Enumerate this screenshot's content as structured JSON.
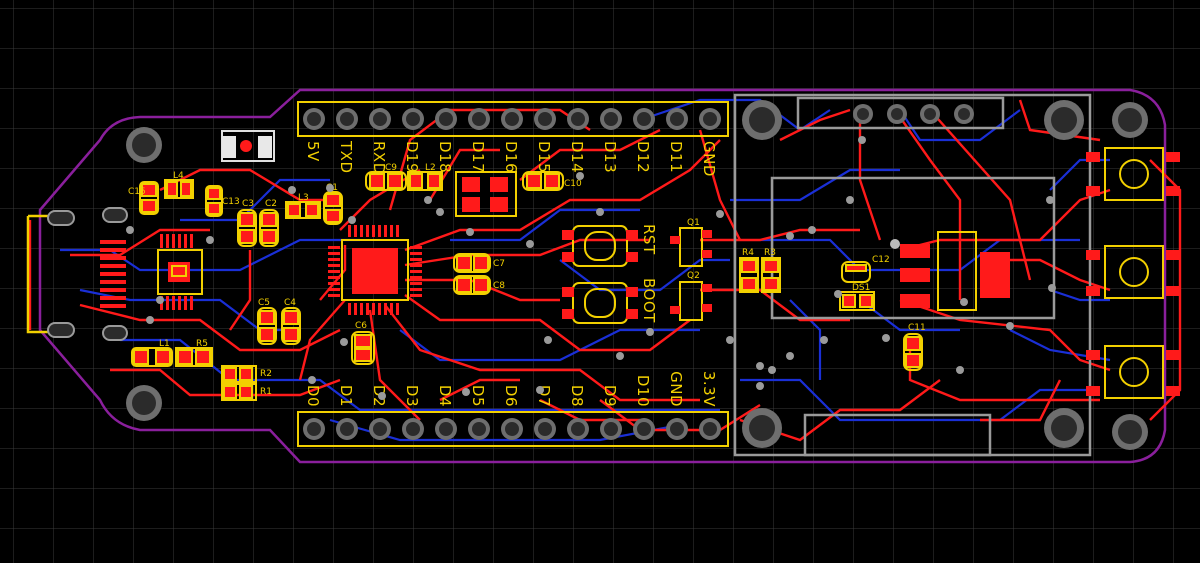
{
  "canvas": {
    "background": "#000000",
    "grid_color": "#3a3a3a",
    "colors": {
      "top_copper": "#ff1a1a",
      "bottom_copper": "#1a2fd6",
      "silkscreen": "#f2d000",
      "board_outline": "#8a1f9c",
      "keepout": "#9a9a9a",
      "pad_hole": "#2b2b2b",
      "pad_ring": "#6e6e6e"
    }
  },
  "header_top": {
    "pins": [
      "5V",
      "TXD",
      "RXD",
      "D19",
      "D18",
      "D17",
      "D16",
      "D15",
      "D14",
      "D13",
      "D12",
      "D11",
      "GND"
    ]
  },
  "header_bottom": {
    "pins": [
      "D0",
      "D1",
      "D2",
      "D3",
      "D4",
      "D5",
      "D6",
      "D7",
      "D8",
      "D9",
      "D10",
      "GND",
      "3.3V"
    ]
  },
  "buttons": {
    "reset_label": "RST",
    "boot_label": "BOOT"
  },
  "designators": {
    "c1": "C1",
    "c2": "C2",
    "c3": "C3",
    "c4": "C4",
    "c5": "C5",
    "c6": "C6",
    "c7": "C7",
    "c8": "C8",
    "c9": "C9",
    "c10": "C10",
    "c11": "C11",
    "c12": "C12",
    "c13": "C13",
    "c15": "C15",
    "l1": "L1",
    "l2": "L2",
    "l3": "L3",
    "l4": "L4",
    "r1": "R1",
    "r2": "R2",
    "r3": "R3",
    "r4": "R4",
    "r5": "R5",
    "q1": "Q1",
    "q2": "Q2",
    "ds1": "DS1"
  }
}
